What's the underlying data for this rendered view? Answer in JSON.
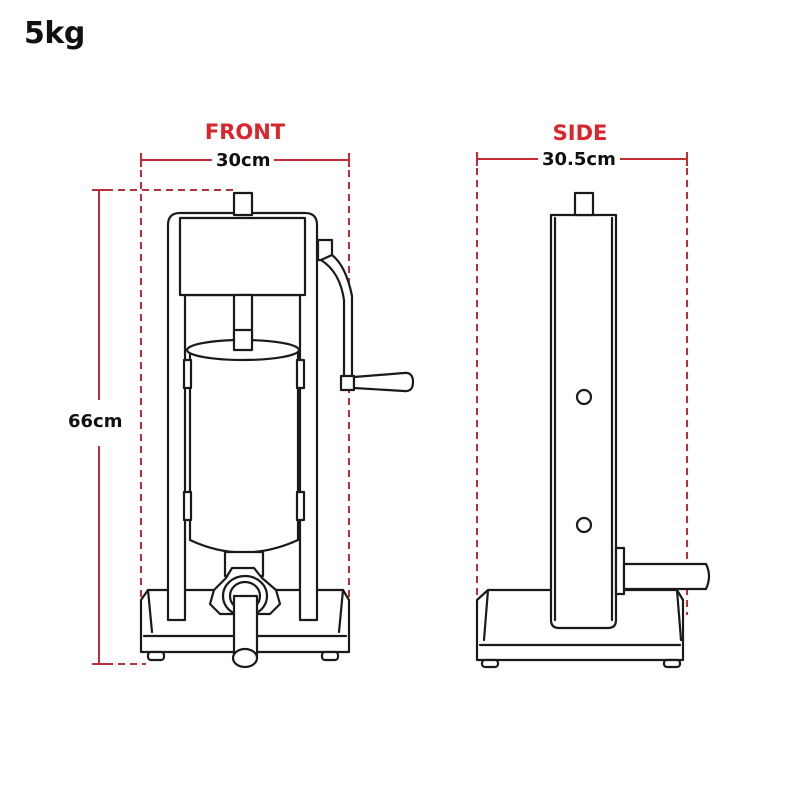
{
  "capacity_label": "5kg",
  "colors": {
    "accent": "#d9252b",
    "dimension_line": "#b8303a",
    "outline": "#1a1a1a",
    "background": "#ffffff"
  },
  "views": {
    "front": {
      "title": "FRONT",
      "width_label": "30cm",
      "height_label": "66cm"
    },
    "side": {
      "title": "SIDE",
      "width_label": "30.5cm"
    }
  }
}
